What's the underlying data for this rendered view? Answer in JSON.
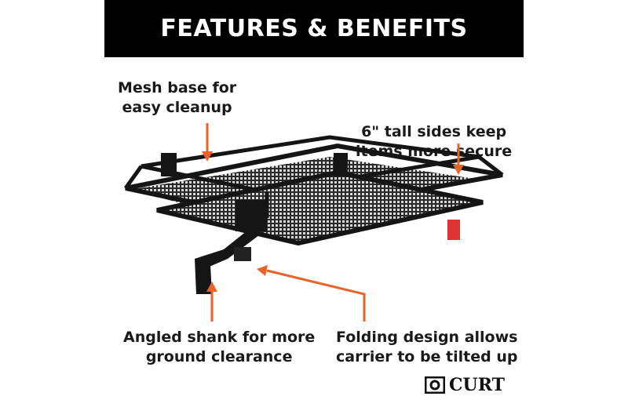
{
  "banner": {
    "title": "FEATURES & BENEFITS"
  },
  "callouts": [
    {
      "lines": [
        "Mesh base for",
        "easy cleanup"
      ]
    },
    {
      "lines": [
        "6\" tall sides keep",
        "items more secure"
      ]
    },
    {
      "lines": [
        "Angled shank for more",
        "ground clearance"
      ]
    },
    {
      "lines": [
        "Folding design allows",
        "carrier to be tilted up"
      ]
    }
  ],
  "brand": {
    "logo_text": "CURT"
  },
  "colors": {
    "arrow": "#e8632b",
    "banner": "#000000",
    "product": "#151515"
  }
}
